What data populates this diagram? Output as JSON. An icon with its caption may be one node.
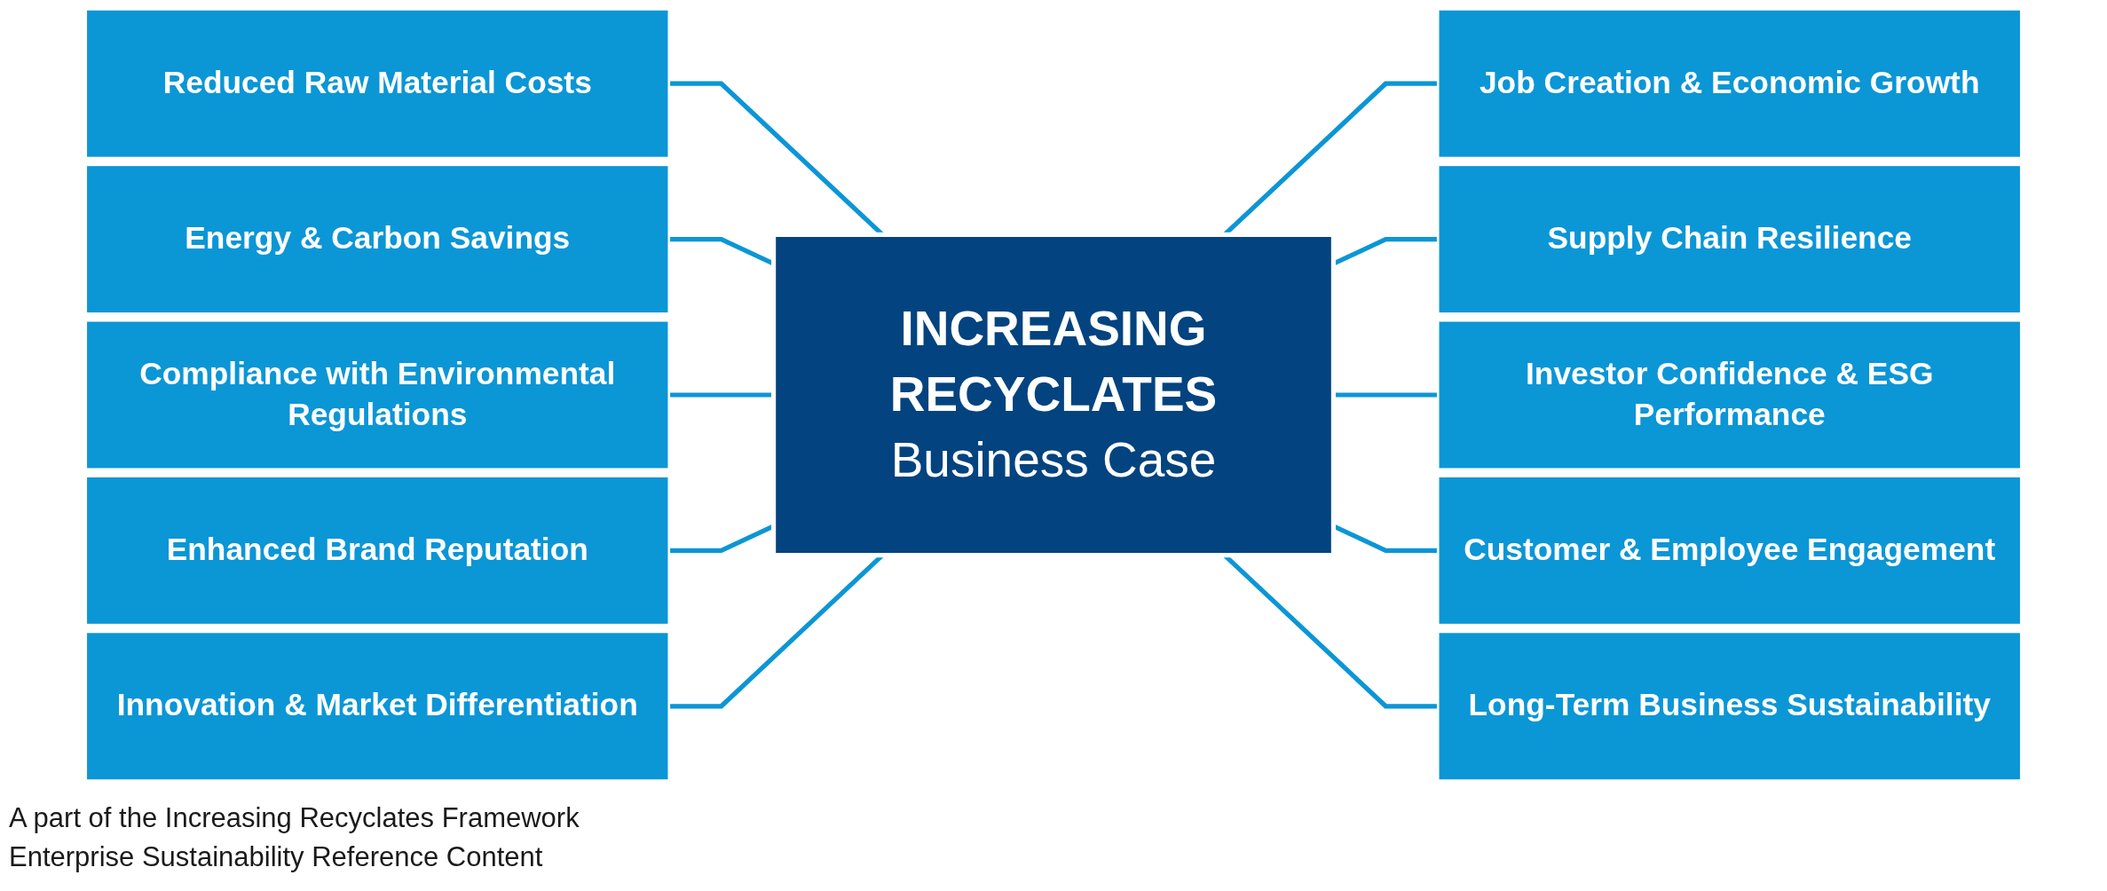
{
  "diagram": {
    "nodes": [
      {
        "text": [
          "Reduced Raw Material Costs"
        ]
      },
      {
        "text": [
          "Energy & Carbon Savings"
        ]
      },
      {
        "text": [
          "Compliance with Environmental Regulations"
        ]
      },
      {
        "text": [
          "Enhanced Brand Reputation"
        ]
      },
      {
        "text": [
          "Innovation & Market Differentiation"
        ]
      },
      {
        "text": [
          "INCREASING RECYCLATES",
          "Business Case"
        ]
      },
      {
        "text": [
          "Job Creation & Economic Growth"
        ]
      },
      {
        "text": [
          "Supply Chain Resilience"
        ]
      },
      {
        "text": [
          "Investor Confidence & ESG Performance"
        ]
      },
      {
        "text": [
          "Customer & Employee Engagement"
        ]
      },
      {
        "text": [
          "Long-Term Business Sustainability"
        ]
      }
    ],
    "edges": [
      {
        "from": 0,
        "to": 5,
        "arrow": "none"
      },
      {
        "from": 1,
        "to": 5,
        "arrow": "none"
      },
      {
        "from": 2,
        "to": 5,
        "arrow": "none"
      },
      {
        "from": 3,
        "to": 5,
        "arrow": "none"
      },
      {
        "from": 4,
        "to": 5,
        "arrow": "none"
      },
      {
        "from": 5,
        "to": 6,
        "arrow": "none"
      },
      {
        "from": 5,
        "to": 7,
        "arrow": "none"
      },
      {
        "from": 5,
        "to": 8,
        "arrow": "none"
      },
      {
        "from": 5,
        "to": 9,
        "arrow": "none"
      },
      {
        "from": 5,
        "to": 10,
        "arrow": "none"
      }
    ],
    "labels": [
      "A part of the Increasing Recyclates Framework",
      "Enterprise Sustainability Reference Content"
    ]
  }
}
